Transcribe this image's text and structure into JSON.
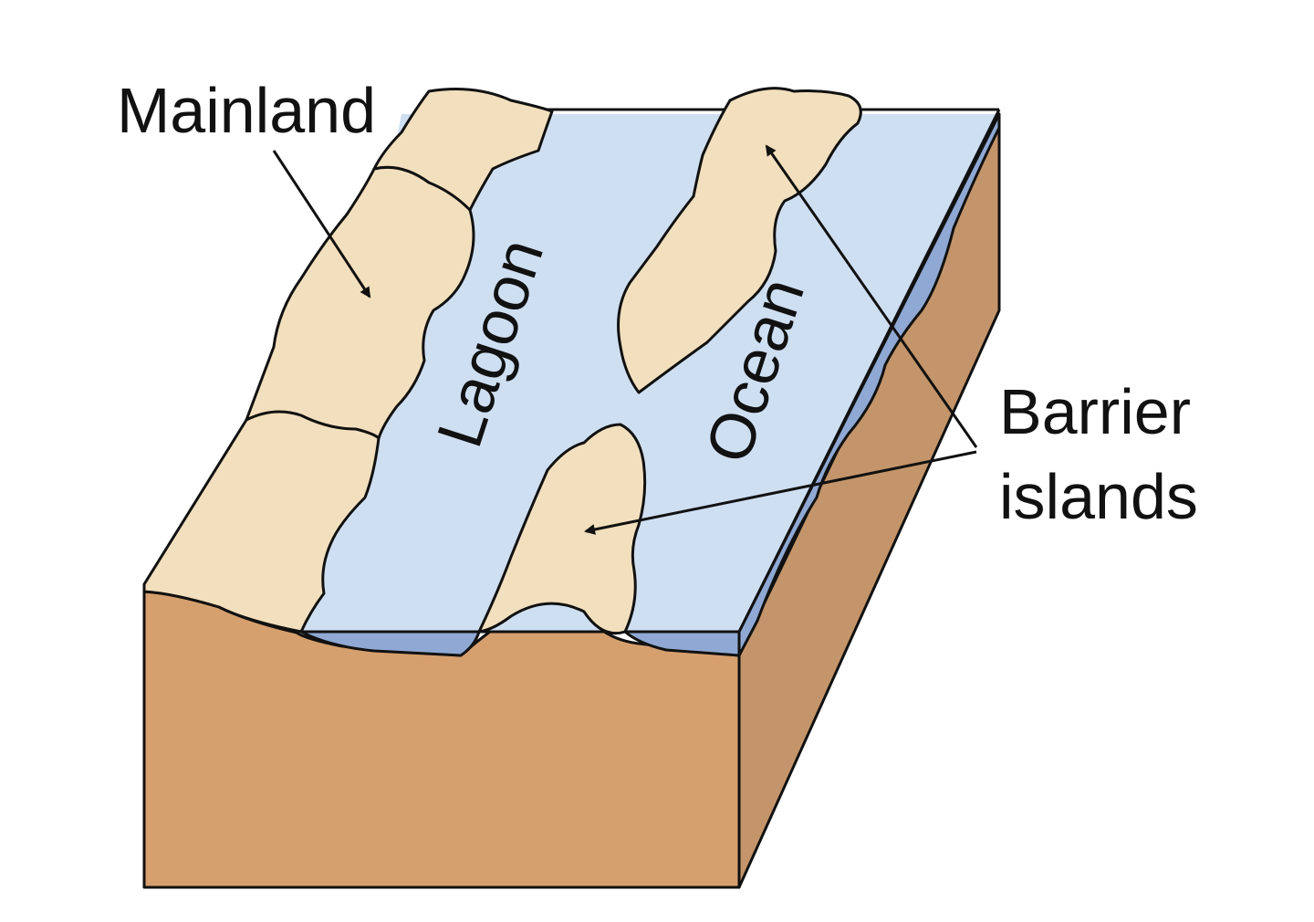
{
  "labels": {
    "mainland": "Mainland",
    "lagoon": "Lagoon",
    "ocean": "Ocean",
    "barrier_line1": "Barrier",
    "barrier_line2": "islands"
  },
  "colors": {
    "land": "#f2dfbd",
    "water": "#cfdff2",
    "water_edge": "#8fa9d4",
    "soil_front": "#d6a06e",
    "soil_side": "#c4956a",
    "outline": "#111111"
  }
}
